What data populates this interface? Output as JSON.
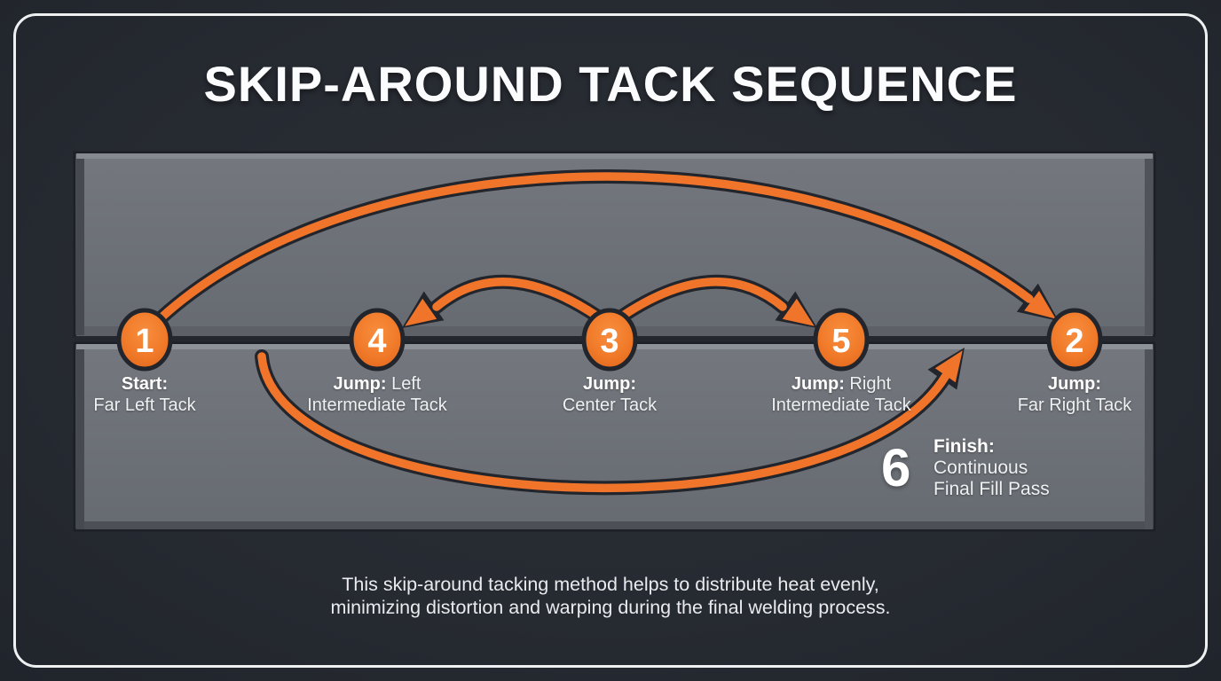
{
  "title": "SKIP-AROUND TACK SEQUENCE",
  "steps": [
    {
      "number": "1",
      "bold": "Start:",
      "line1_rest": "",
      "line2": "Far Left Tack"
    },
    {
      "number": "4",
      "bold": "Jump:",
      "line1_rest": " Left",
      "line2": "Intermediate Tack"
    },
    {
      "number": "3",
      "bold": "Jump:",
      "line1_rest": "",
      "line2": "Center Tack"
    },
    {
      "number": "5",
      "bold": "Jump:",
      "line1_rest": " Right",
      "line2": "Intermediate Tack"
    },
    {
      "number": "2",
      "bold": "Jump:",
      "line1_rest": "",
      "line2": "Far Right Tack"
    }
  ],
  "finish": {
    "number": "6",
    "bold": "Finish:",
    "line1": "Continuous",
    "line2": "Final Fill Pass"
  },
  "caption": {
    "line1": "This skip-around tacking method helps to distribute heat evenly,",
    "line2": "minimizing distortion and warping during the final welding process."
  },
  "colors": {
    "background": "#262a31",
    "accent_orange": "#f0742a",
    "plate_gray": "#6b7076",
    "dark_outline": "#22262c",
    "text_white": "#f2f3f5"
  }
}
